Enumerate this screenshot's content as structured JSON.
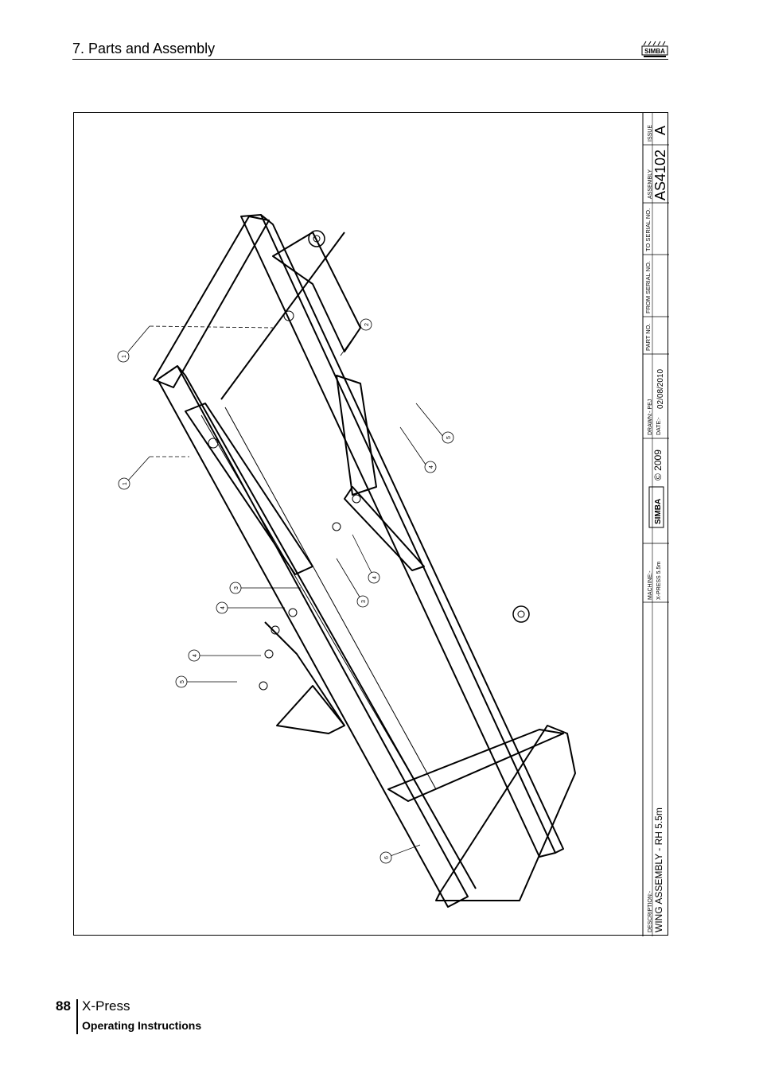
{
  "header": {
    "section_title": "7. Parts and Assembly",
    "logo_text": "SIMBA"
  },
  "title_block": {
    "issue_label": "ISSUE",
    "issue_value": "A",
    "assembly_label": "ASSEMBLY",
    "assembly_value": "AS4102",
    "to_serial_label": "TO SERIAL NO.",
    "from_serial_label": "FROM SERIAL NO.",
    "part_no_label": "PART NO.",
    "drawn_label": "DRAWN:- PEJ",
    "date_label": "DATE:-",
    "date_value": "02/08/2010",
    "copyright": "© 2009",
    "brand": "SIMBA",
    "machine_label": "MACHINE:-",
    "machine_value": "X-PRESS 5.5m",
    "description_label": "DESCRIPTION:-",
    "description_value": "WING ASSEMBLY - RH 5.5m"
  },
  "callouts": [
    "1",
    "1",
    "2",
    "3",
    "3",
    "4",
    "4",
    "4",
    "4",
    "5",
    "5",
    "6"
  ],
  "footer": {
    "page_number": "88",
    "product": "X-Press",
    "subtitle": "Operating Instructions"
  }
}
